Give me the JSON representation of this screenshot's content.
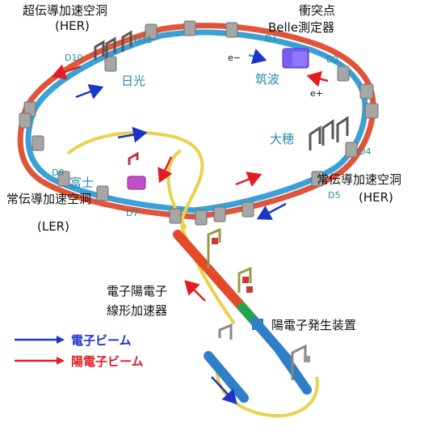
{
  "labels": {
    "her_top": "超伝導加速空洞",
    "her_top_sub": "(HER)",
    "collision": "衝突点",
    "belle": "Belle測定器",
    "her_right": "常伝導加速空洞",
    "her_right_sub": "(HER)",
    "ler_left": "常伝導加速空洞",
    "ler_left_sub": "(LER)",
    "linac_l1": "電子陽電子",
    "linac_l2": "線形加速器",
    "positron_src": "陽電子発生装置",
    "e_minus": "e−",
    "e_plus": "e+"
  },
  "sites": {
    "nikko": "日光",
    "tsukuba": "筑波",
    "oho": "大穂",
    "fuji": "富士"
  },
  "sections": {
    "d1": "D1",
    "d2": "D2",
    "d4": "D4",
    "d5": "D5",
    "d7": "D7",
    "d8": "D8",
    "d10": "D10",
    "d11": "D11"
  },
  "legend": {
    "electron": "電子ビーム",
    "positron": "陽電子ビーム"
  },
  "colors": {
    "electron": "#1a35c8",
    "positron": "#e31b23",
    "her_ring": "#e0553a",
    "ler_ring": "#3aa0d6",
    "transport": "#e8d24a",
    "magnet": "#a6a6a6",
    "detector": "#7a5cf0"
  }
}
